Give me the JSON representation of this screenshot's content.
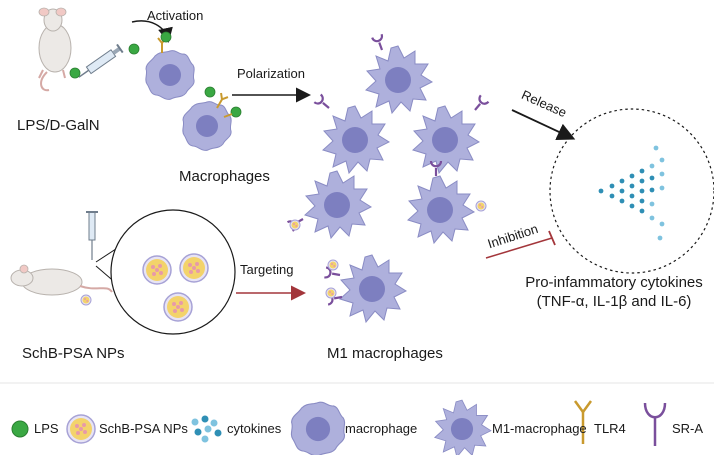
{
  "labels": {
    "activation": "Activation",
    "lps_dgaln": "LPS/D-GalN",
    "macrophages": "Macrophages",
    "polarization": "Polarization",
    "release": "Release",
    "inhibition": "Inhibition",
    "targeting": "Targeting",
    "schb_psa_nps": "SchB-PSA NPs",
    "m1_macrophages": "M1 macrophages",
    "cytokines_line1": "Pro-infammatory cytokines",
    "cytokines_line2": "(TNF-α, IL-1β and IL-6)"
  },
  "legend": [
    {
      "key": "lps",
      "label": "LPS"
    },
    {
      "key": "nps",
      "label": "SchB-PSA NPs"
    },
    {
      "key": "cytokines",
      "label": "cytokines"
    },
    {
      "key": "macrophage",
      "label": "macrophage"
    },
    {
      "key": "m1",
      "label": "M1-macrophage"
    },
    {
      "key": "tlr4",
      "label": "TLR4"
    },
    {
      "key": "sra",
      "label": "SR-A"
    }
  ],
  "colors": {
    "cell_fill": "#aeb0dc",
    "cell_stroke": "#8a8cc4",
    "nucleus": "#7d7fc0",
    "lps_green": "#3aa843",
    "tlr4_gold": "#c99a2e",
    "sra_purple": "#7a4f9c",
    "np_yellow": "#f3d36b",
    "np_pink": "#e79aa8",
    "cytokine_dark": "#2f8fb5",
    "cytokine_light": "#7fc3df",
    "arrow_black": "#1a1a1a",
    "arrow_red": "#a3363b"
  },
  "icons": [
    "mouse-icon",
    "syringe-icon",
    "lps-icon",
    "macrophage-icon",
    "m1-macrophage-icon",
    "tlr4-icon",
    "sra-icon",
    "nanoparticle-icon",
    "cytokine-icon"
  ]
}
